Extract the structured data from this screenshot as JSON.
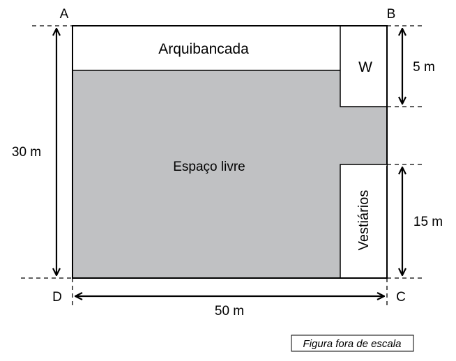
{
  "colors": {
    "fill_area": "#c0c1c3",
    "line": "#000000",
    "background": "#ffffff"
  },
  "corners": {
    "a": "A",
    "b": "B",
    "c": "C",
    "d": "D"
  },
  "regions": {
    "arquibancada": "Arquibancada",
    "w": "W",
    "espaco_livre": "Espaço livre",
    "vestiarios": "Vestiários"
  },
  "dimensions": {
    "height_total": "30 m",
    "width_total": "50 m",
    "w_height": "5 m",
    "vestiarios_height": "15 m"
  },
  "note": "Figura fora de escala"
}
